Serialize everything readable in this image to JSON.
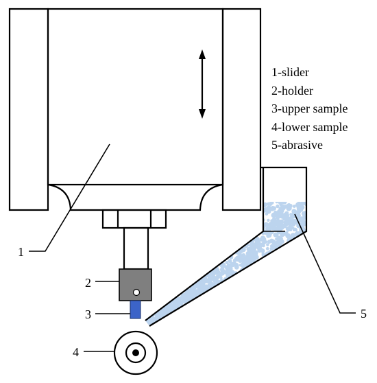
{
  "legend": [
    {
      "number": "1",
      "label": "1-slider"
    },
    {
      "number": "2",
      "label": "2-holder"
    },
    {
      "number": "3",
      "label": "3-upper sample"
    },
    {
      "number": "4",
      "label": "4-lower sample"
    },
    {
      "number": "5",
      "label": "5-abrasive"
    }
  ],
  "callouts": {
    "slider": "1",
    "holder": "2",
    "upper_sample": "3",
    "lower_sample": "4",
    "abrasive": "5"
  },
  "colors": {
    "line": "#000000",
    "holder": "#7f7f7f",
    "upper_sample": "#3c64c8",
    "abrasive": "#bcd4ee"
  }
}
